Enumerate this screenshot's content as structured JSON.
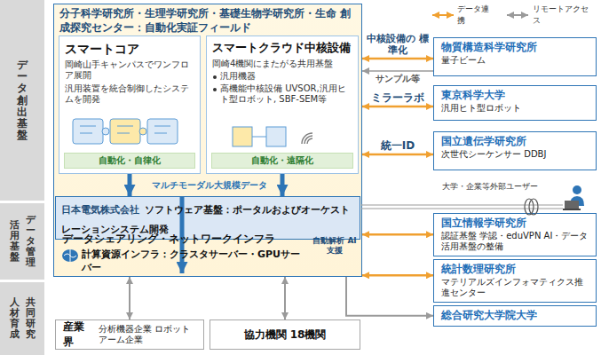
{
  "diagram": {
    "nodes": [
      {
        "text": [
          "分子科学研究所・生理学研究所・基礎生物学研究所・生命 創成探究センター：自動化実証フィールド"
        ]
      },
      {
        "text": [
          "スマートコア",
          "岡崎山手キャンパスでワンフロア展開",
          "汎用装置を統合制御したシステムを開発"
        ],
        "in": 0
      },
      {
        "text": [
          "自動化・自律化"
        ],
        "in": 1
      },
      {
        "text": [
          "スマートクラウド中核設備",
          "岡崎4機関にまたがる共用基盤",
          "汎用機器",
          "高機能中核設備 UVSOR,汎用ヒト型ロボット, SBF-SEM等"
        ],
        "in": 0
      },
      {
        "text": [
          "自動化・遠隔化"
        ],
        "in": 3
      },
      {
        "text": [
          "日本電気株式会社",
          "ソフトウェア基盤：ポータルおよびオーケストレーションシステム開発"
        ],
        "in": 0
      },
      {
        "text": [
          "データシェアリング・ネットワークインフラ",
          "計算資源インフラ：クラスタサーバー・GPUサーバー"
        ],
        "in": 0
      },
      {
        "text": [
          "物質構造科学研究所",
          "量子ビーム"
        ]
      },
      {
        "text": [
          "東京科学大学",
          "汎用ヒト型ロボット"
        ]
      },
      {
        "text": [
          "国立遺伝学研究所",
          "次世代シーケンサー DDBJ"
        ]
      },
      {
        "text": [
          "国立情報学研究所",
          "認証基盤 学認・eduVPN AI・データ活用基盤の整備"
        ]
      },
      {
        "text": [
          "統計数理研究所",
          "マテリアルズインフォマティクス推進センター"
        ]
      },
      {
        "text": [
          "総合研究大学院大学"
        ]
      },
      {
        "text": [
          "産業界",
          "分析機器企業 ロボットアーム企業"
        ]
      },
      {
        "text": [
          "協力機関 18機関"
        ]
      }
    ],
    "edges": [
      {
        "from": 0,
        "to": 7,
        "arrow": "both",
        "label": "中核設備の 標準化"
      },
      {
        "from": 7,
        "to": 0,
        "arrow": "to",
        "label": "サンプル等"
      },
      {
        "from": 0,
        "to": 8,
        "arrow": "both",
        "label": "ミラーラボ"
      },
      {
        "from": 0,
        "to": 9,
        "arrow": "both",
        "label": "統一ID"
      },
      {
        "from": 0,
        "to": 10,
        "arrow": "both"
      },
      {
        "from": 0,
        "to": 11,
        "arrow": "both"
      },
      {
        "from": 0,
        "to": 12,
        "arrow": "to"
      },
      {
        "from": 13,
        "to": 0,
        "arrow": "both"
      },
      {
        "from": 14,
        "to": 0,
        "arrow": "both"
      },
      {
        "from": 1,
        "to": 5,
        "arrow": "to"
      },
      {
        "from": 3,
        "to": 5,
        "arrow": "to"
      },
      {
        "from": 5,
        "to": 6,
        "arrow": "to"
      }
    ],
    "labels": [
      "データ創出基盤",
      "データ管理",
      "活用基盤",
      "人材育成",
      "共同研究",
      "マルチモーダル大規模データ",
      "自動解析 AI支援",
      "大学・企業等外部ユーザー"
    ],
    "legend": [
      {
        "text": "データ連携"
      },
      {
        "text": "リモートアクセス"
      }
    ]
  }
}
